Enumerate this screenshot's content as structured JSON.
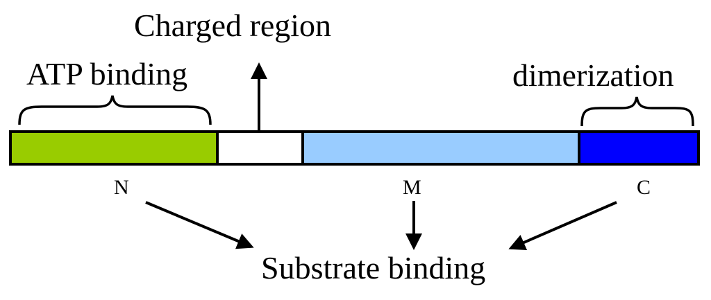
{
  "labels": {
    "charged_region": "Charged region",
    "atp_binding": "ATP binding",
    "dimerization": "dimerization",
    "n": "N",
    "m": "M",
    "c": "C",
    "substrate_binding": "Substrate binding"
  },
  "domains": [
    {
      "name": "N",
      "color": "#99cc00"
    },
    {
      "name": "Charged region",
      "color": "#ffffff"
    },
    {
      "name": "M",
      "color": "#99ccff"
    },
    {
      "name": "C",
      "color": "#0000ff"
    }
  ]
}
